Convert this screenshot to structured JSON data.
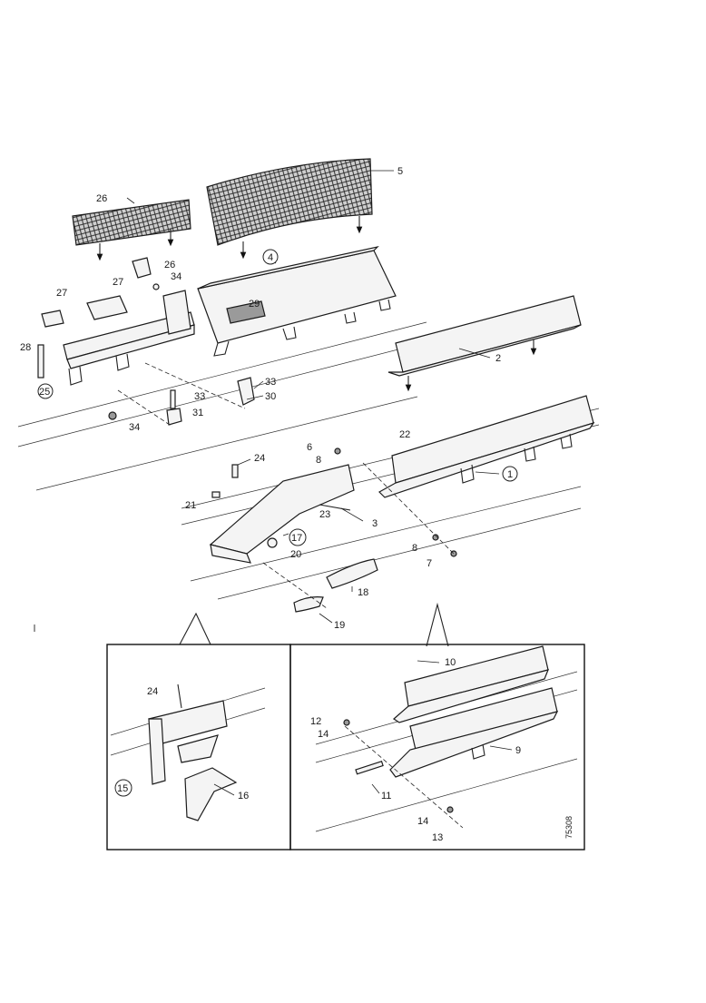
{
  "callouts": [
    {
      "id": "c5",
      "text": "5",
      "circled": false
    },
    {
      "id": "c26a",
      "text": "26",
      "circled": false
    },
    {
      "id": "c26b",
      "text": "26",
      "circled": false
    },
    {
      "id": "c4",
      "text": "4",
      "circled": true
    },
    {
      "id": "c34a",
      "text": "34",
      "circled": false
    },
    {
      "id": "c27a",
      "text": "27",
      "circled": false
    },
    {
      "id": "c27b",
      "text": "27",
      "circled": false
    },
    {
      "id": "c28",
      "text": "28",
      "circled": false
    },
    {
      "id": "c29",
      "text": "29",
      "circled": false
    },
    {
      "id": "c25",
      "text": "25",
      "circled": false
    },
    {
      "id": "c2",
      "text": "2",
      "circled": false
    },
    {
      "id": "c33a",
      "text": "33",
      "circled": false
    },
    {
      "id": "c30",
      "text": "30",
      "circled": false
    },
    {
      "id": "c33b",
      "text": "33",
      "circled": false
    },
    {
      "id": "c31",
      "text": "31",
      "circled": false
    },
    {
      "id": "c34b",
      "text": "34",
      "circled": false
    },
    {
      "id": "c22",
      "text": "22",
      "circled": false
    },
    {
      "id": "c6",
      "text": "6",
      "circled": false
    },
    {
      "id": "c8a",
      "text": "8",
      "circled": false
    },
    {
      "id": "c1",
      "text": "1",
      "circled": true
    },
    {
      "id": "c24a",
      "text": "24",
      "circled": false
    },
    {
      "id": "c21",
      "text": "21",
      "circled": false
    },
    {
      "id": "c23",
      "text": "23",
      "circled": false
    },
    {
      "id": "c3",
      "text": "3",
      "circled": false
    },
    {
      "id": "c17",
      "text": "17",
      "circled": true
    },
    {
      "id": "c20",
      "text": "20",
      "circled": false
    },
    {
      "id": "c8b",
      "text": "8",
      "circled": false
    },
    {
      "id": "c7",
      "text": "7",
      "circled": false
    },
    {
      "id": "c18",
      "text": "18",
      "circled": false
    },
    {
      "id": "c19",
      "text": "19",
      "circled": false
    },
    {
      "id": "c24b",
      "text": "24",
      "circled": false
    },
    {
      "id": "c15",
      "text": "15",
      "circled": true
    },
    {
      "id": "c16",
      "text": "16",
      "circled": false
    },
    {
      "id": "c10",
      "text": "10",
      "circled": false
    },
    {
      "id": "c12",
      "text": "12",
      "circled": false
    },
    {
      "id": "c14a",
      "text": "14",
      "circled": false
    },
    {
      "id": "c9",
      "text": "9",
      "circled": false
    },
    {
      "id": "c11",
      "text": "11",
      "circled": false
    },
    {
      "id": "c14b",
      "text": "14",
      "circled": false
    },
    {
      "id": "c13",
      "text": "13",
      "circled": false
    }
  ],
  "drawing_ref": "75308"
}
